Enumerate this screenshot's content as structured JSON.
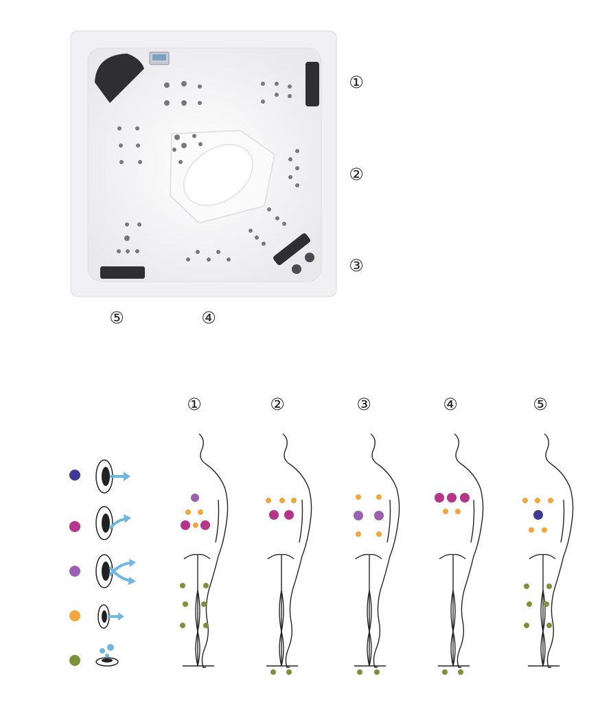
{
  "labels": {
    "seat1": "①",
    "seat2": "②",
    "seat3": "③",
    "seat4": "④",
    "seat5": "⑤"
  },
  "legend": [
    {
      "name": "jet-type-straight",
      "color": "#3d3a96"
    },
    {
      "name": "jet-type-curved",
      "color": "#b5358a"
    },
    {
      "name": "jet-type-rotating",
      "color": "#9a5fae"
    },
    {
      "name": "jet-type-small",
      "color": "#f2a53c"
    },
    {
      "name": "jet-type-foot-bubbles",
      "color": "#7a9238"
    }
  ],
  "colors": {
    "navy": "#3d3a96",
    "magenta": "#b5358a",
    "purple": "#9a5fae",
    "orange": "#f2a53c",
    "green": "#7a9238",
    "water": "#6fb7df"
  }
}
